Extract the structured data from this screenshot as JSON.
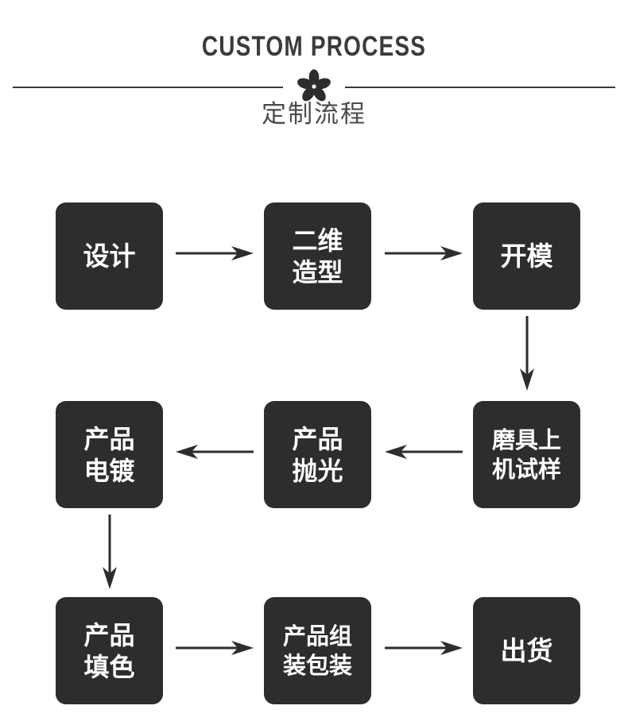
{
  "header": {
    "title_en": "CUSTOM PROCESS",
    "title_cn": "定制流程",
    "ornament_icon": "five-petal-flower-icon"
  },
  "flow": {
    "nodes": [
      {
        "id": "design",
        "label": "设计",
        "row": 1,
        "col": 1
      },
      {
        "id": "2d-model",
        "label": "二维\n造型",
        "row": 1,
        "col": 2
      },
      {
        "id": "mold-open",
        "label": "开模",
        "row": 1,
        "col": 3
      },
      {
        "id": "plating",
        "label": "产品\n电镀",
        "row": 2,
        "col": 1
      },
      {
        "id": "polishing",
        "label": "产品\n抛光",
        "row": 2,
        "col": 2
      },
      {
        "id": "trial",
        "label": "磨具上\n机试样",
        "row": 2,
        "col": 3
      },
      {
        "id": "coloring",
        "label": "产品\n填色",
        "row": 3,
        "col": 1
      },
      {
        "id": "assembly",
        "label": "产品组\n装包装",
        "row": 3,
        "col": 2
      },
      {
        "id": "shipping",
        "label": "出货",
        "row": 3,
        "col": 3
      }
    ],
    "connectors": [
      {
        "id": "design-to-2d-model",
        "from": "design",
        "to": "2d-model",
        "direction": "right"
      },
      {
        "id": "2d-model-to-mold-open",
        "from": "2d-model",
        "to": "mold-open",
        "direction": "right"
      },
      {
        "id": "mold-open-to-trial",
        "from": "mold-open",
        "to": "trial",
        "direction": "down"
      },
      {
        "id": "trial-to-polishing",
        "from": "trial",
        "to": "polishing",
        "direction": "left"
      },
      {
        "id": "polishing-to-plating",
        "from": "polishing",
        "to": "plating",
        "direction": "left"
      },
      {
        "id": "plating-to-coloring",
        "from": "plating",
        "to": "coloring",
        "direction": "down"
      },
      {
        "id": "coloring-to-assembly",
        "from": "coloring",
        "to": "assembly",
        "direction": "right"
      },
      {
        "id": "assembly-to-shipping",
        "from": "assembly",
        "to": "shipping",
        "direction": "right"
      }
    ]
  },
  "colors": {
    "node_fill": "#2d2d30",
    "node_text": "#ffffff",
    "heading_text": "#3b3b3b",
    "subheading_text": "#4a4a4a",
    "arrow": "#2d2d30",
    "background": "#ffffff"
  }
}
